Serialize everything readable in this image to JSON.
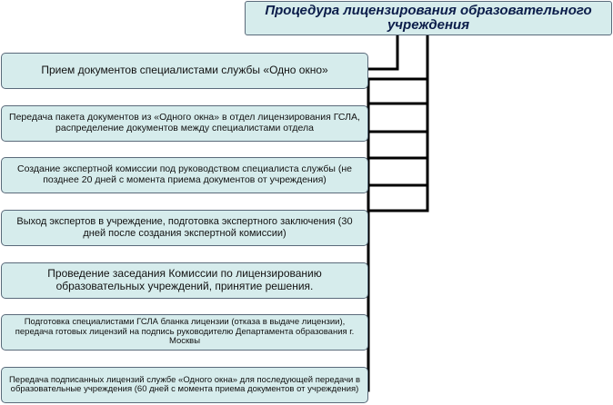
{
  "title": "Процедура лицензирования образовательного учреждения",
  "steps": [
    "Прием документов специалистами службы «Одно окно»",
    "Передача пакета документов из «Одного окна» в отдел лицензирования ГСЛА, распределение документов между специалистами отдела",
    "Создание экспертной комиссии под руководством специалиста службы (не позднее 20 дней с момента приема документов от учреждения)",
    "Выход экспертов в учреждение, подготовка экспертного заключения (30 дней после создания экспертной комиссии)",
    "Проведение заседания Комиссии по лицензированию образовательных учреждений, принятие решения.",
    "Подготовка специалистами ГСЛА бланка лицензии (отказа в выдаче лицензии), передача готовых лицензий на подпись руководителю Департамента образования г. Москвы",
    "Передача подписанных лицензий службе «Одного окна» для последующей передачи в образовательные учреждения (60 дней с момента приема документов от учреждения)"
  ],
  "colors": {
    "box_fill": "#d6ecec",
    "box_border": "#5a6a7a",
    "connector": "#000000",
    "title_text": "#0b1d4a"
  }
}
